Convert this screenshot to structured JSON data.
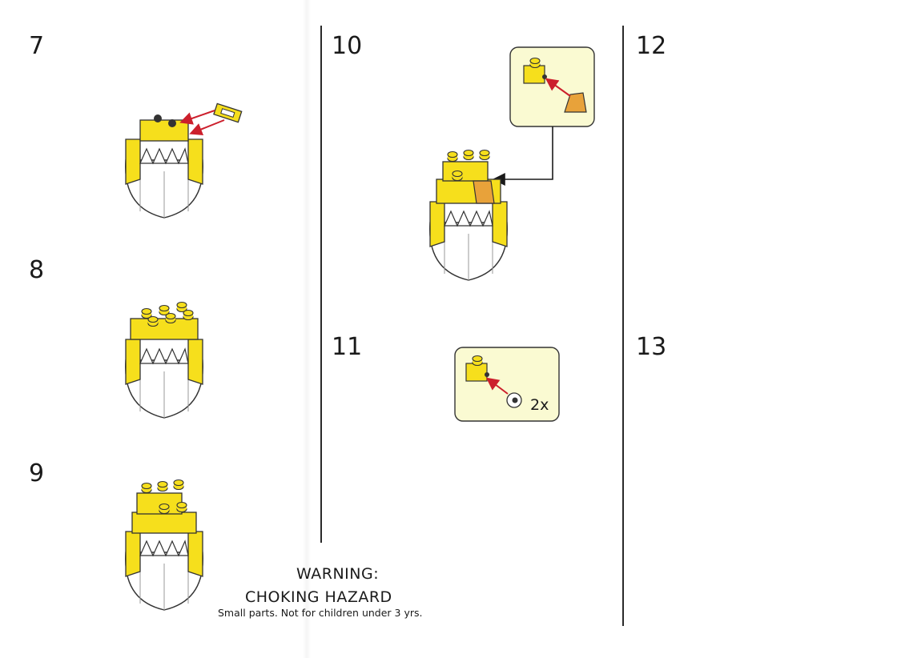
{
  "steps": [
    {
      "id": "7",
      "label": "7"
    },
    {
      "id": "8",
      "label": "8"
    },
    {
      "id": "9",
      "label": "9"
    },
    {
      "id": "10",
      "label": "10"
    },
    {
      "id": "11",
      "label": "11"
    },
    {
      "id": "12",
      "label": "12"
    },
    {
      "id": "13",
      "label": "13"
    }
  ],
  "callouts": {
    "step11_quantity": "2x"
  },
  "warning": {
    "title": "WARNING:",
    "subtitle": "CHOKING HAZARD",
    "detail": "Small parts. Not for children under 3 yrs."
  },
  "colors": {
    "brick_yellow": "#f6df1c",
    "brick_yellow_dark": "#d9bf00",
    "brick_white": "#ffffff",
    "beak_orange": "#e8a23a",
    "arrow_red": "#cc1f2c",
    "callout_bg": "#fafad2",
    "warning_triangle": "#f2a31b"
  },
  "icons": [
    "warning-triangle-icon",
    "assembly-arrow-icon"
  ]
}
